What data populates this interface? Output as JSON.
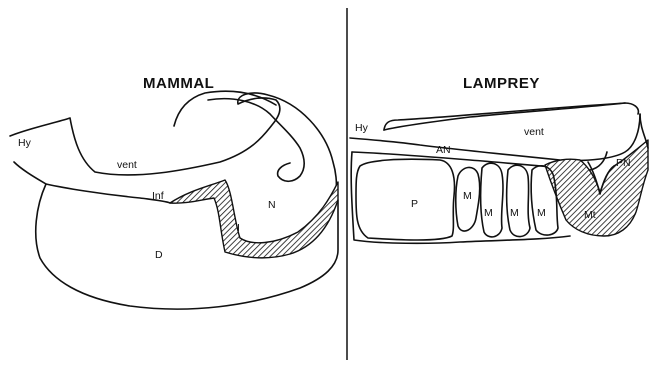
{
  "panels": {
    "left": {
      "title": "MAMMAL",
      "labels": {
        "hy": "Hy",
        "vent": "vent",
        "inf": "Inf",
        "n": "N",
        "i": "I",
        "d": "D"
      }
    },
    "right": {
      "title": "LAMPREY",
      "labels": {
        "hy": "Hy",
        "vent": "vent",
        "an": "AN",
        "pn": "PN",
        "p": "P",
        "m1": "M",
        "m2": "M",
        "m3": "M",
        "m4": "M",
        "mt": "Mt"
      }
    }
  }
}
